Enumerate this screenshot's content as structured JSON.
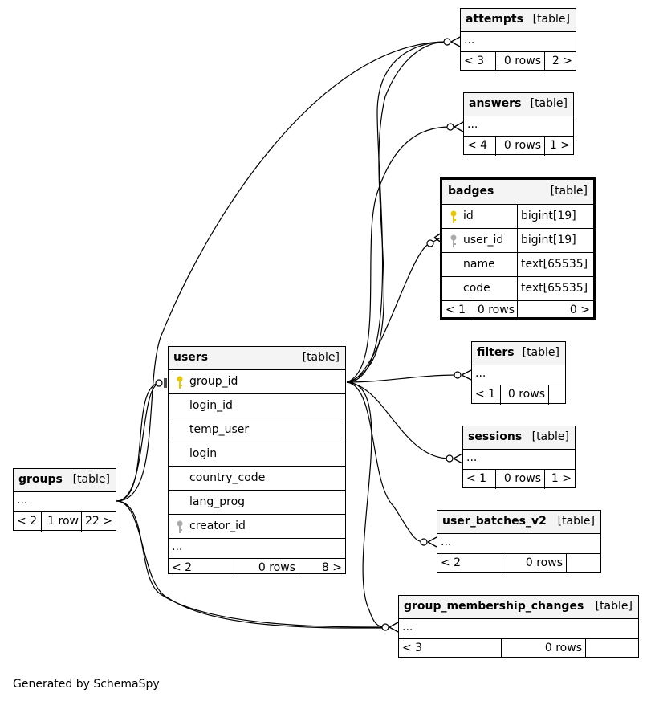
{
  "diagram": {
    "footer": "Generated by SchemaSpy",
    "tables": {
      "attempts": {
        "name": "attempts",
        "tag": "[table]",
        "ellipsis": "...",
        "prev": "< 3",
        "rows": "0 rows",
        "next": "2 >"
      },
      "answers": {
        "name": "answers",
        "tag": "[table]",
        "ellipsis": "...",
        "prev": "< 4",
        "rows": "0 rows",
        "next": "1 >"
      },
      "badges": {
        "name": "badges",
        "tag": "[table]",
        "columns": [
          {
            "name": "id",
            "type": "bigint[19]",
            "icon": "primary-key-icon"
          },
          {
            "name": "user_id",
            "type": "bigint[19]",
            "icon": "foreign-key-icon"
          },
          {
            "name": "name",
            "type": "text[65535]"
          },
          {
            "name": "code",
            "type": "text[65535]"
          }
        ],
        "prev": "< 1",
        "rows": "0 rows",
        "next": "0 >"
      },
      "filters": {
        "name": "filters",
        "tag": "[table]",
        "ellipsis": "...",
        "prev": "< 1",
        "rows": "0 rows",
        "next": ""
      },
      "sessions": {
        "name": "sessions",
        "tag": "[table]",
        "ellipsis": "...",
        "prev": "< 1",
        "rows": "0 rows",
        "next": "1 >"
      },
      "user_batches_v2": {
        "name": "user_batches_v2",
        "tag": "[table]",
        "ellipsis": "...",
        "prev": "< 2",
        "rows": "0 rows",
        "next": ""
      },
      "group_membership_changes": {
        "name": "group_membership_changes",
        "tag": "[table]",
        "ellipsis": "...",
        "prev": "< 3",
        "rows": "0 rows",
        "next": ""
      },
      "users": {
        "name": "users",
        "tag": "[table]",
        "columns": [
          {
            "name": "group_id",
            "icon": "primary-key-icon"
          },
          {
            "name": "login_id"
          },
          {
            "name": "temp_user"
          },
          {
            "name": "login"
          },
          {
            "name": "country_code"
          },
          {
            "name": "lang_prog"
          },
          {
            "name": "creator_id",
            "icon": "foreign-key-icon"
          }
        ],
        "ellipsis": "...",
        "prev": "< 2",
        "rows": "0 rows",
        "next": "8 >"
      },
      "groups": {
        "name": "groups",
        "tag": "[table]",
        "ellipsis": "...",
        "prev": "< 2",
        "rows": "1 row",
        "next": "22 >"
      }
    },
    "colors": {
      "primary_key": "#e6c800",
      "foreign_key": "#aaaaaa",
      "header_bg": "#f4f4f4"
    }
  }
}
